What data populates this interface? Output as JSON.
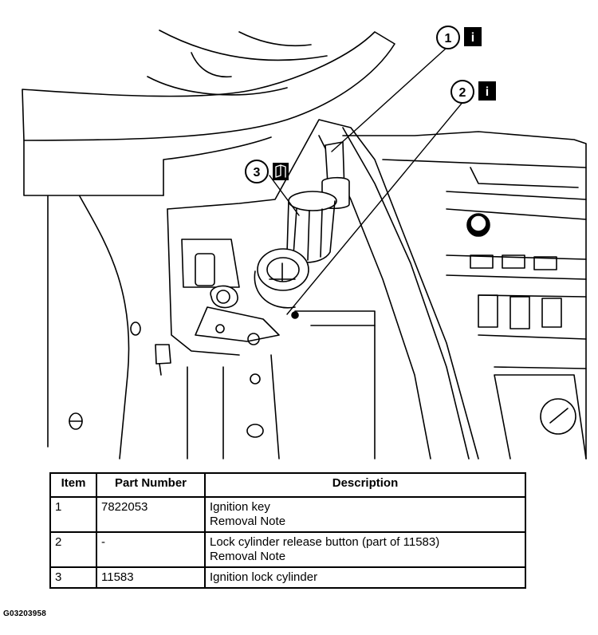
{
  "callouts": [
    {
      "number": "1",
      "icon": "info-icon",
      "icon_text": "i"
    },
    {
      "number": "2",
      "icon": "info-icon",
      "icon_text": "i"
    },
    {
      "number": "3",
      "icon": "manual-reference-icon",
      "icon_text": ""
    }
  ],
  "table": {
    "headers": [
      "Item",
      "Part Number",
      "Description"
    ],
    "rows": [
      {
        "item": "1",
        "part_number": "7822053",
        "description": [
          "Ignition key",
          "Removal Note"
        ]
      },
      {
        "item": "2",
        "part_number": "-",
        "description": [
          "Lock cylinder release button (part of 11583)",
          "Removal Note"
        ]
      },
      {
        "item": "3",
        "part_number": "11583",
        "description": [
          "Ignition lock cylinder",
          ""
        ]
      }
    ]
  },
  "figure_code": "G03203958"
}
